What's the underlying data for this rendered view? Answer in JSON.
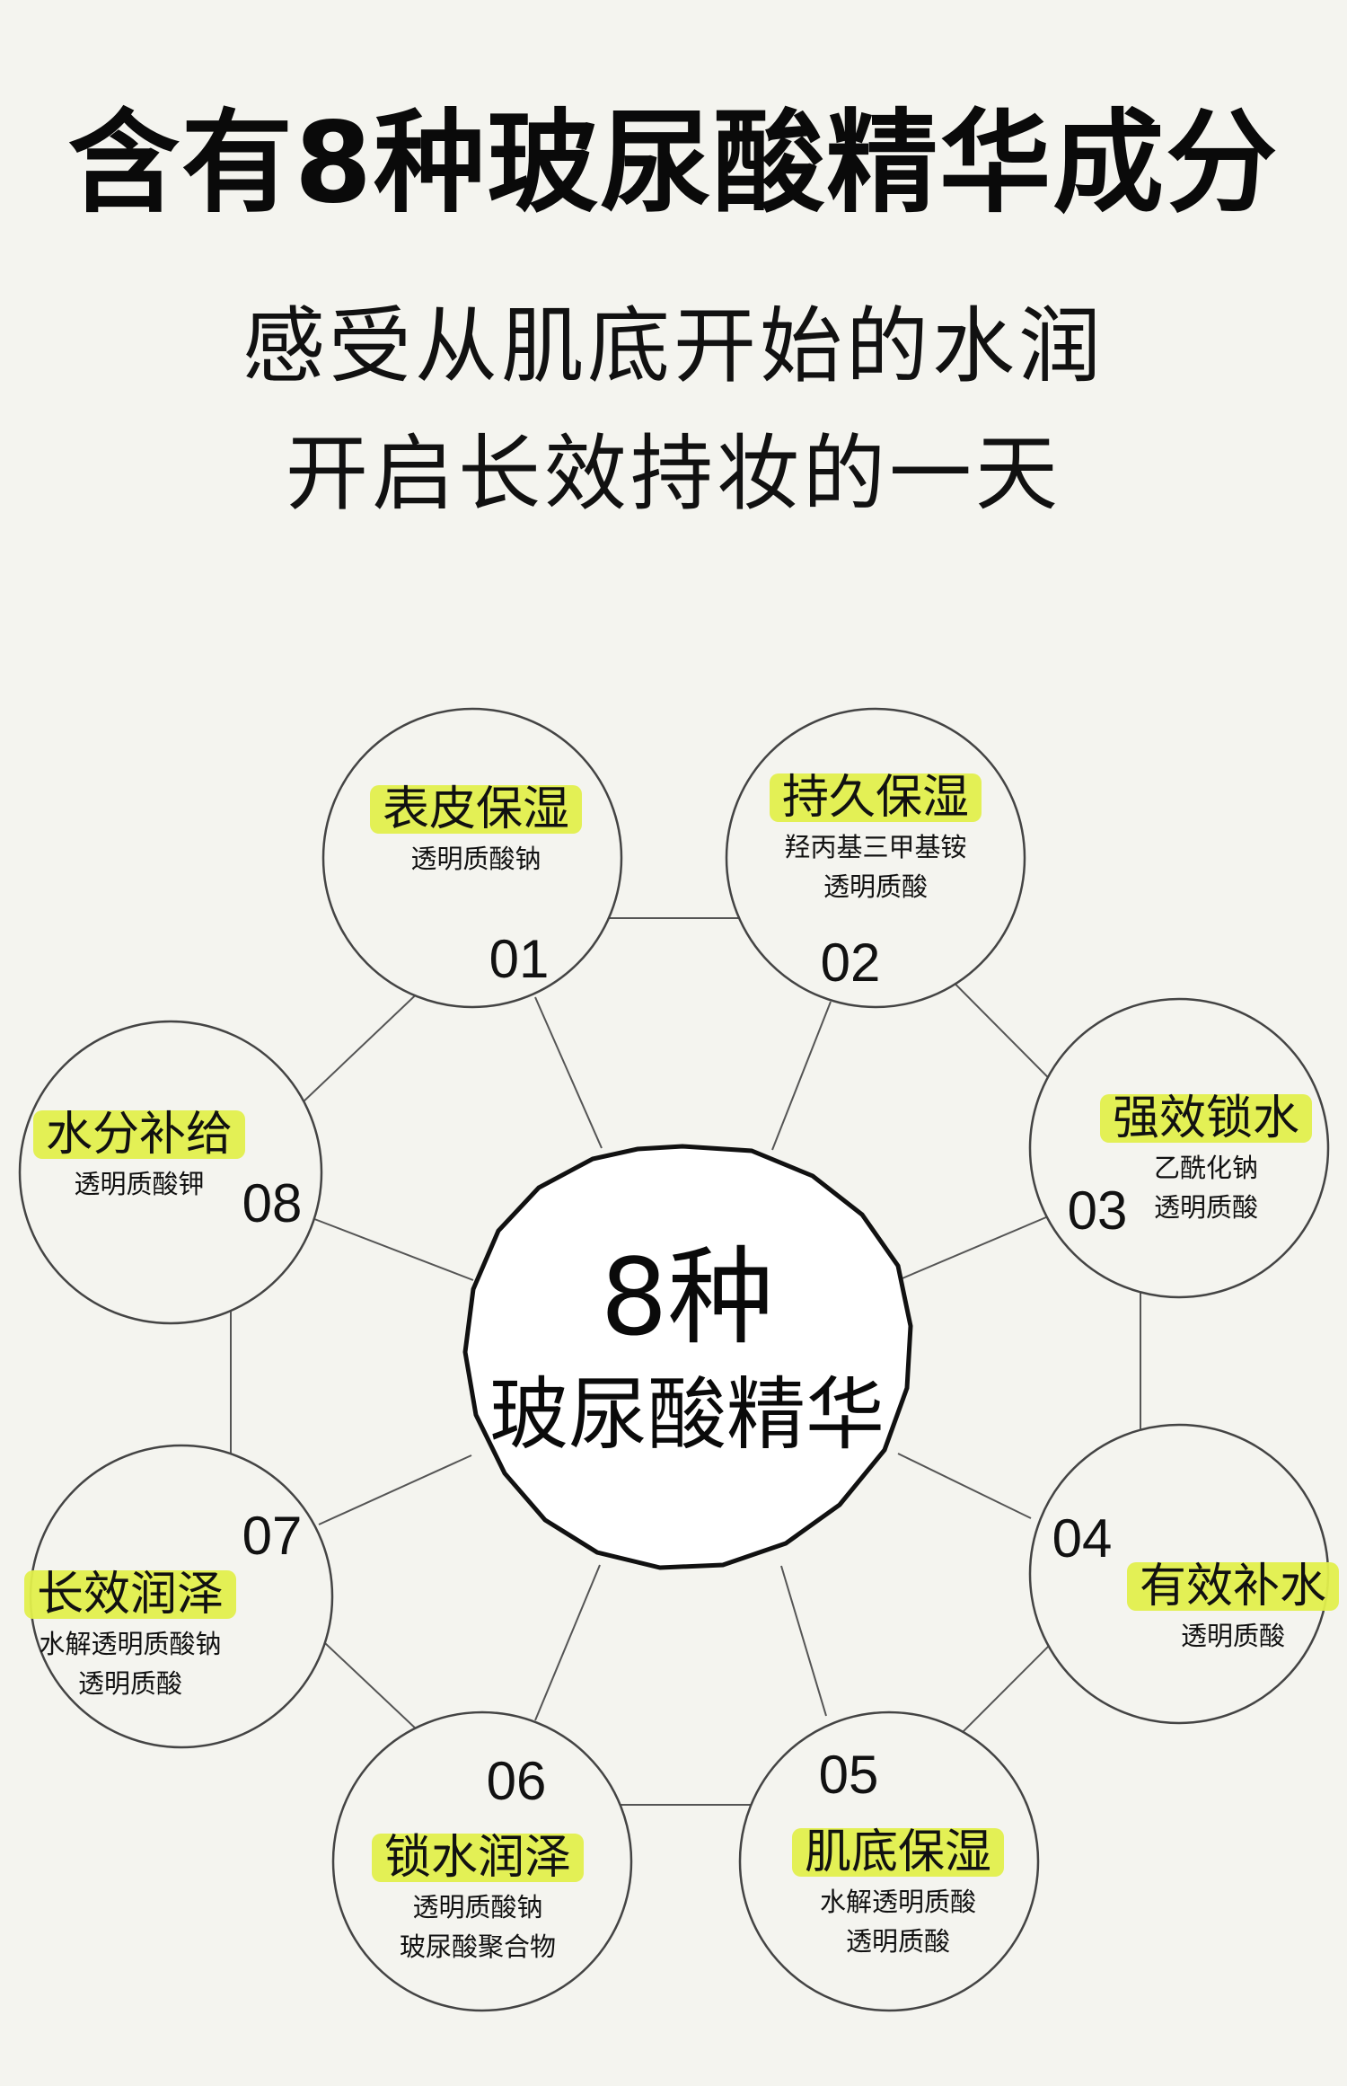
{
  "header": {
    "title": "含有8种玻尿酸精华成分",
    "subtitle_line1": "感受从肌底开始的水润",
    "subtitle_line2": "开启长效持妆的一天"
  },
  "center": {
    "count": "8种",
    "label": "玻尿酸精华"
  },
  "colors": {
    "background": "#f4f4ef",
    "highlight": "#e2ef4c",
    "line": "#555555",
    "text": "#111111"
  },
  "nodes": [
    {
      "number": "01",
      "title": "表皮保湿",
      "ingredients": [
        "透明质酸钠"
      ]
    },
    {
      "number": "02",
      "title": "持久保湿",
      "ingredients": [
        "羟丙基三甲基铵",
        "透明质酸"
      ]
    },
    {
      "number": "03",
      "title": "强效锁水",
      "ingredients": [
        "乙酰化钠",
        "透明质酸"
      ]
    },
    {
      "number": "04",
      "title": "有效补水",
      "ingredients": [
        "透明质酸"
      ]
    },
    {
      "number": "05",
      "title": "肌底保湿",
      "ingredients": [
        "水解透明质酸",
        "透明质酸"
      ]
    },
    {
      "number": "06",
      "title": "锁水润泽",
      "ingredients": [
        "透明质酸钠",
        "玻尿酸聚合物"
      ]
    },
    {
      "number": "07",
      "title": "长效润泽",
      "ingredients": [
        "水解透明质酸钠",
        "透明质酸"
      ]
    },
    {
      "number": "08",
      "title": "水分补给",
      "ingredients": [
        "透明质酸钾"
      ]
    }
  ]
}
